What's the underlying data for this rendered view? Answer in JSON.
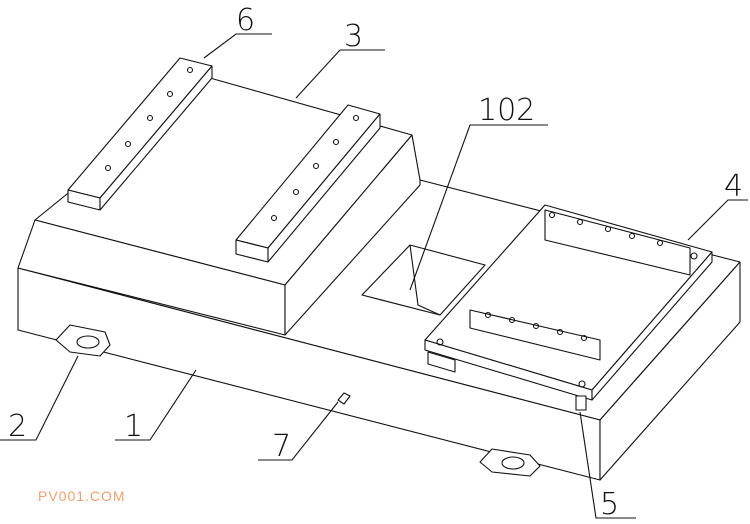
{
  "labels": {
    "l1": "1",
    "l2": "2",
    "l3": "3",
    "l4": "4",
    "l5": "5",
    "l6": "6",
    "l7": "7",
    "l102": "102"
  },
  "watermark": "PV001.COM",
  "colors": {
    "line": "#111111",
    "watermark": "#f0a070"
  }
}
